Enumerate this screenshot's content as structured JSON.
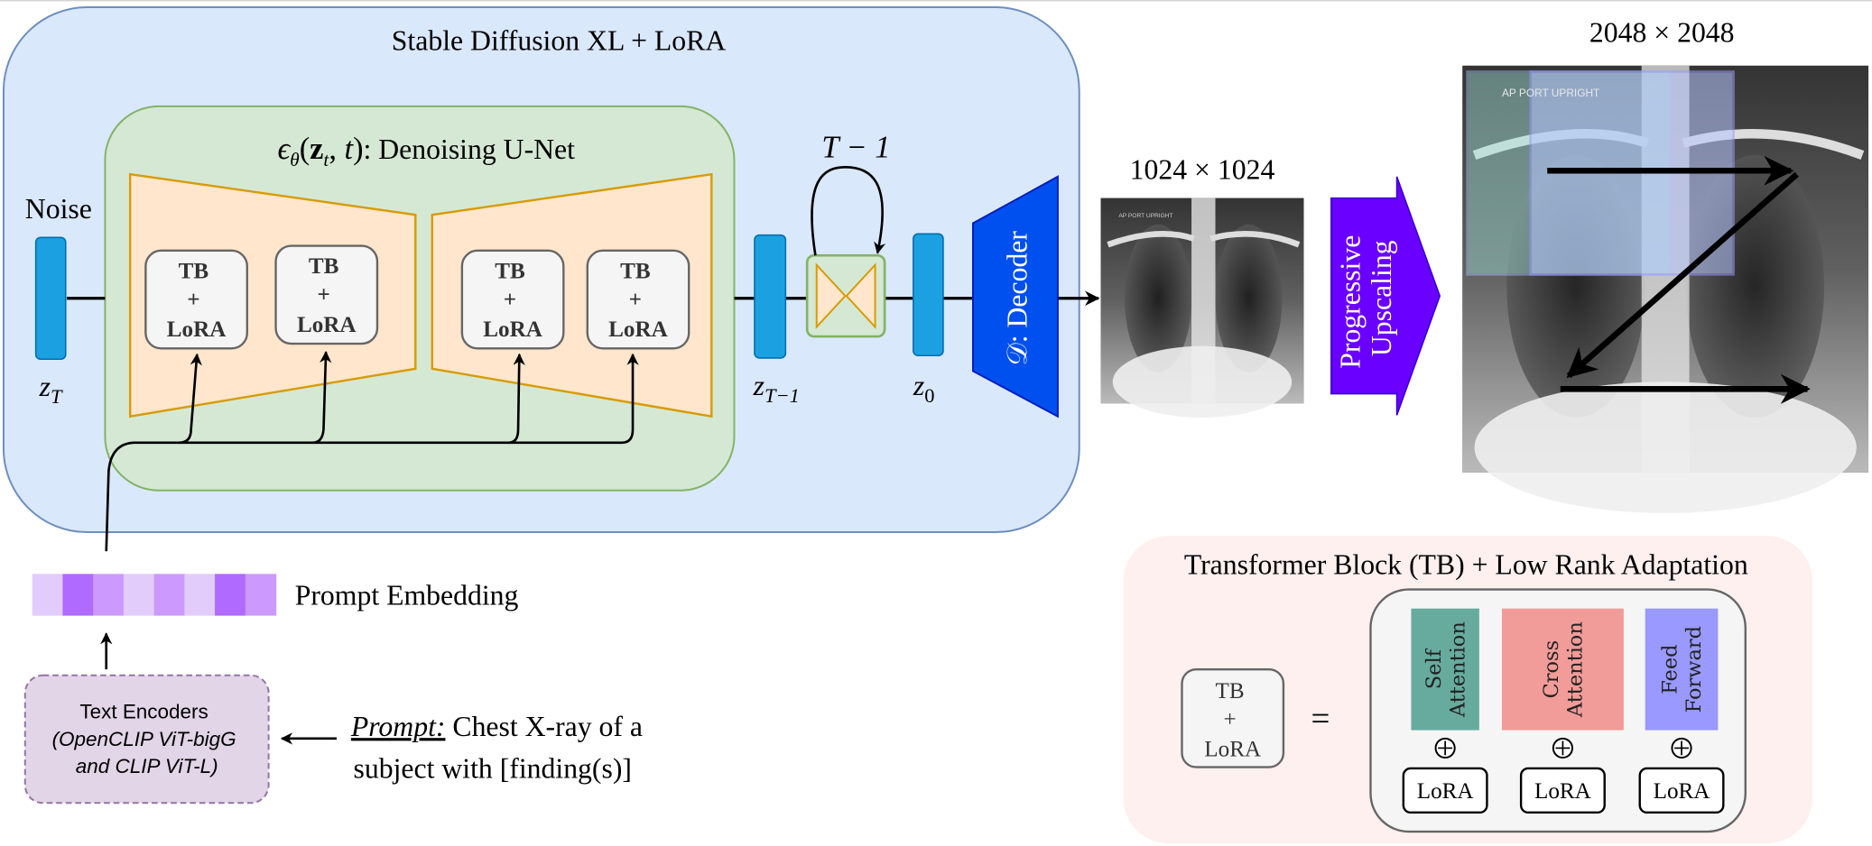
{
  "sdxl_panel": {
    "title": "Stable Diffusion XL + LoRA",
    "unet_title_math": "ϵθ(zₜ, t)",
    "unet_title_suffix": ": Denoising U-Net",
    "noise_label": "Noise",
    "z_T": "z",
    "z_T_sub": "T",
    "z_T_minus_1": "z",
    "z_T_minus_1_sub": "T−1",
    "z_0": "z",
    "z_0_sub": "0",
    "loop_label": "T − 1",
    "decoder_label": "𝒟: Decoder",
    "tb_blocks": [
      {
        "line1": "TB",
        "line2": "+",
        "line3": "LoRA"
      },
      {
        "line1": "TB",
        "line2": "+",
        "line3": "LoRA"
      },
      {
        "line1": "TB",
        "line2": "+",
        "line3": "LoRA"
      },
      {
        "line1": "TB",
        "line2": "+",
        "line3": "LoRA"
      }
    ]
  },
  "output": {
    "res_low": "1024 × 1024",
    "res_high": "2048 × 2048",
    "xray_overlay_text": "AP PORT UPRIGHT",
    "upscale_line1": "Progressive",
    "upscale_line2": "Upscaling"
  },
  "prompt_section": {
    "embedding_label": "Prompt Embedding",
    "embedding_cells": [
      "#e2ccfc",
      "#b06aff",
      "#cc99ff",
      "#e2ccfc",
      "#cc99ff",
      "#e2ccfc",
      "#b06aff",
      "#cc99ff"
    ],
    "encoder_title": "Text Encoders",
    "encoder_line2": "(OpenCLIP ViT-bigG",
    "encoder_line3": "and CLIP ViT-L)",
    "prompt_label": "Prompt:",
    "prompt_line1": " Chest X-ray of a",
    "prompt_line2": "subject with [finding(s)]"
  },
  "tb_panel": {
    "title": "Transformer Block (TB) + Low Rank Adaptation",
    "tb_line1": "TB",
    "tb_line2": "+",
    "tb_line3": "LoRA",
    "equals": "=",
    "modules": [
      {
        "line1": "Self",
        "line2": "Attention",
        "color": "#67ab9f",
        "lora": "LoRA"
      },
      {
        "line1": "Cross",
        "line2": "Attention",
        "color": "#f19c99",
        "lora": "LoRA"
      },
      {
        "line1": "Feed",
        "line2": "Forward",
        "color": "#9999ff",
        "lora": "LoRA"
      }
    ],
    "plus_symbol": "+"
  },
  "colors": {
    "sdxl_bg": "#dae8fc",
    "sdxl_border": "#6c8ebf",
    "unet_bg": "#d5e8d4",
    "unet_border": "#82b366",
    "trapezoid_bg": "#ffe6cc",
    "trapezoid_border": "#d79b00",
    "latent": "#1ba1e2",
    "decoder": "#0050ef",
    "upscale": "#6a00ff",
    "tb_panel_bg": "#fdf0ef",
    "encoder_bg": "#e1d5e7",
    "encoder_border": "#9673a6"
  }
}
